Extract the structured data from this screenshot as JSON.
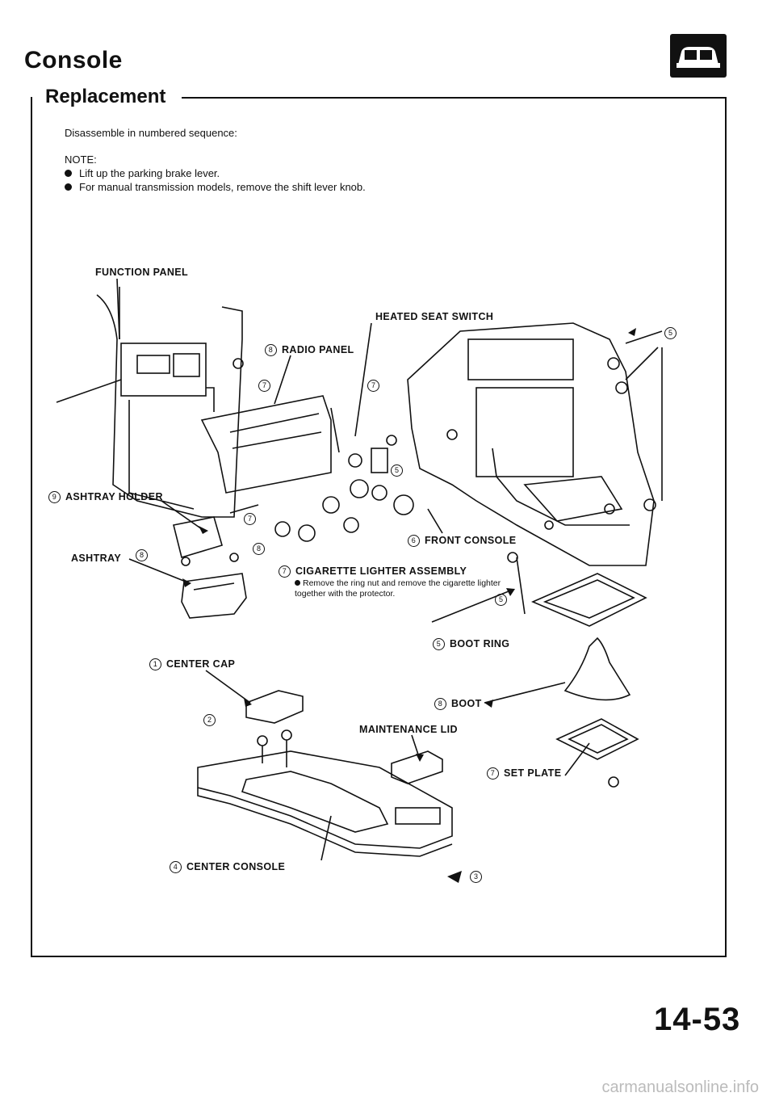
{
  "header": {
    "title": "Console",
    "subtitle": "Replacement"
  },
  "intro": "Disassemble in numbered sequence:",
  "note": {
    "label": "NOTE:",
    "items": [
      "Lift up the parking brake lever.",
      "For manual transmission models, remove the shift lever knob."
    ]
  },
  "callouts": {
    "function_panel": "FUNCTION PANEL",
    "heated_seat_switch": "HEATED SEAT SWITCH",
    "radio_panel": {
      "num": "8",
      "label": "RADIO PANEL"
    },
    "ashtray_holder": {
      "num": "9",
      "label": "ASHTRAY HOLDER"
    },
    "ashtray": "ASHTRAY",
    "front_console": {
      "num": "6",
      "label": "FRONT CONSOLE"
    },
    "cigarette_lighter": {
      "num": "7",
      "label": "CIGARETTE LIGHTER ASSEMBLY",
      "note": "Remove the ring nut and remove the cigarette lighter together with the protector."
    },
    "boot_ring": {
      "num": "5",
      "label": "BOOT RING"
    },
    "center_cap": {
      "num": "1",
      "label": "CENTER CAP"
    },
    "boot": {
      "num": "8",
      "label": "BOOT"
    },
    "maintenance_lid": "MAINTENANCE LID",
    "set_plate": {
      "num": "7",
      "label": "SET PLATE"
    },
    "center_console": {
      "num": "4",
      "label": "CENTER CONSOLE"
    },
    "small_numbers": [
      "5",
      "7",
      "7",
      "7",
      "5",
      "5",
      "8",
      "8",
      "2",
      "3"
    ]
  },
  "page_number": "14-53",
  "footer_text": "carmanualsonline.info",
  "icons": {
    "header_icon": "car-front-icon",
    "bullet": "bullet-dot-icon"
  }
}
